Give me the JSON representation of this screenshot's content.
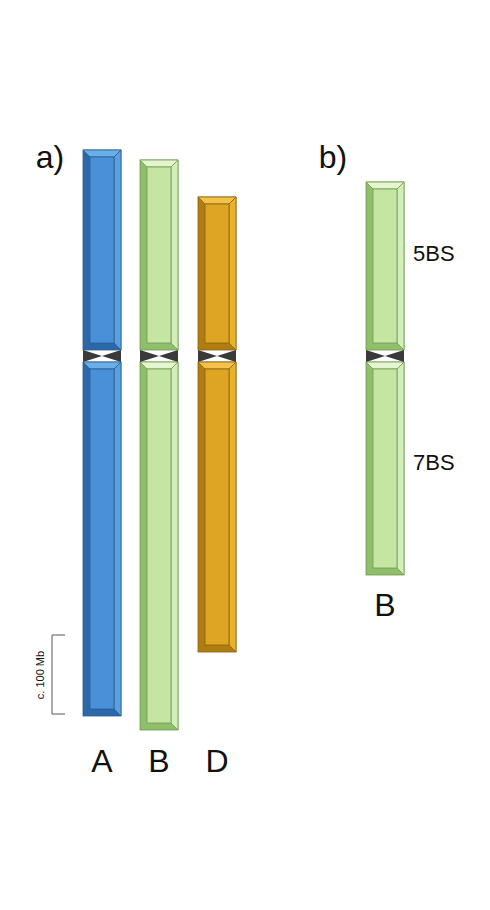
{
  "diagram": {
    "labels": [
      "a)",
      "b)",
      "5BS",
      "7BS",
      "c. 100 Mb",
      "A",
      "B",
      "D",
      "B"
    ]
  }
}
